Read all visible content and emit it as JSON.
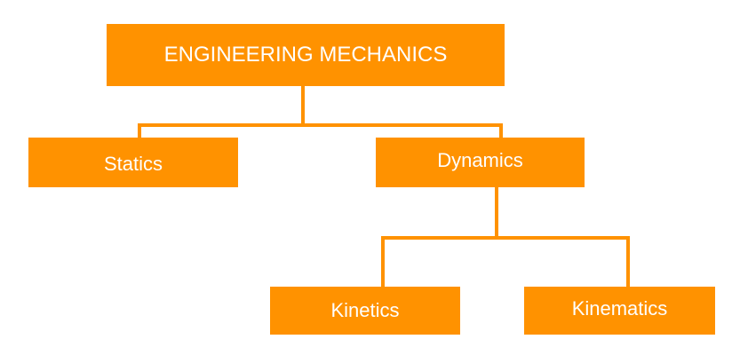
{
  "colors": {
    "node_fill": "#FF9200",
    "connector": "#FF9200",
    "text": "#FFFFFF"
  },
  "diagram": {
    "root": {
      "label": "ENGINEERING MECHANICS"
    },
    "level1": [
      {
        "label": "Statics"
      },
      {
        "label": "Dynamics"
      }
    ],
    "level2": [
      {
        "label": "Kinetics"
      },
      {
        "label": "Kinematics"
      }
    ]
  }
}
